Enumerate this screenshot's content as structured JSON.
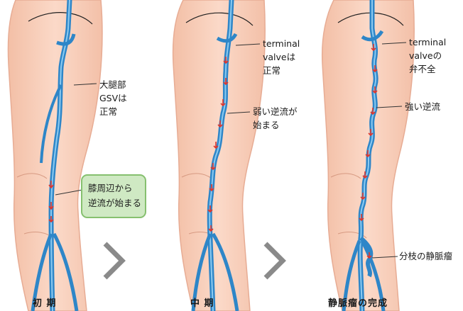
{
  "panels": [
    {
      "id": "early",
      "caption": "初 期"
    },
    {
      "id": "middle",
      "caption": "中 期"
    },
    {
      "id": "complete",
      "caption": "静脈瘤の完成"
    }
  ],
  "labels": {
    "gsv": [
      "大腿部",
      "GSVは",
      "正常"
    ],
    "knee_callout": [
      "膝周辺から",
      "逆流が始まる"
    ],
    "terminal_mid": [
      "terminal",
      "valveは",
      "正常"
    ],
    "weak_reflux": [
      "弱い逆流が",
      "始まる"
    ],
    "terminal_late": [
      "terminal",
      "valveの",
      "弁不全"
    ],
    "strong_reflux": [
      "強い逆流"
    ],
    "branch_varix": [
      "分枝の静脈瘤"
    ]
  },
  "colors": {
    "skin": "#f7cdb8",
    "skin_edge": "#e7ac94",
    "vein": "#2e86c8",
    "vein_light": "#8ccaf0",
    "reflux_arrow": "#e0352b",
    "callout_fill": "#cfe9c3",
    "callout_border": "#86c06f",
    "progress_arrow": "#8a8a8a"
  },
  "icons": [
    "progress-arrow-icon",
    "progress-arrow-icon"
  ]
}
